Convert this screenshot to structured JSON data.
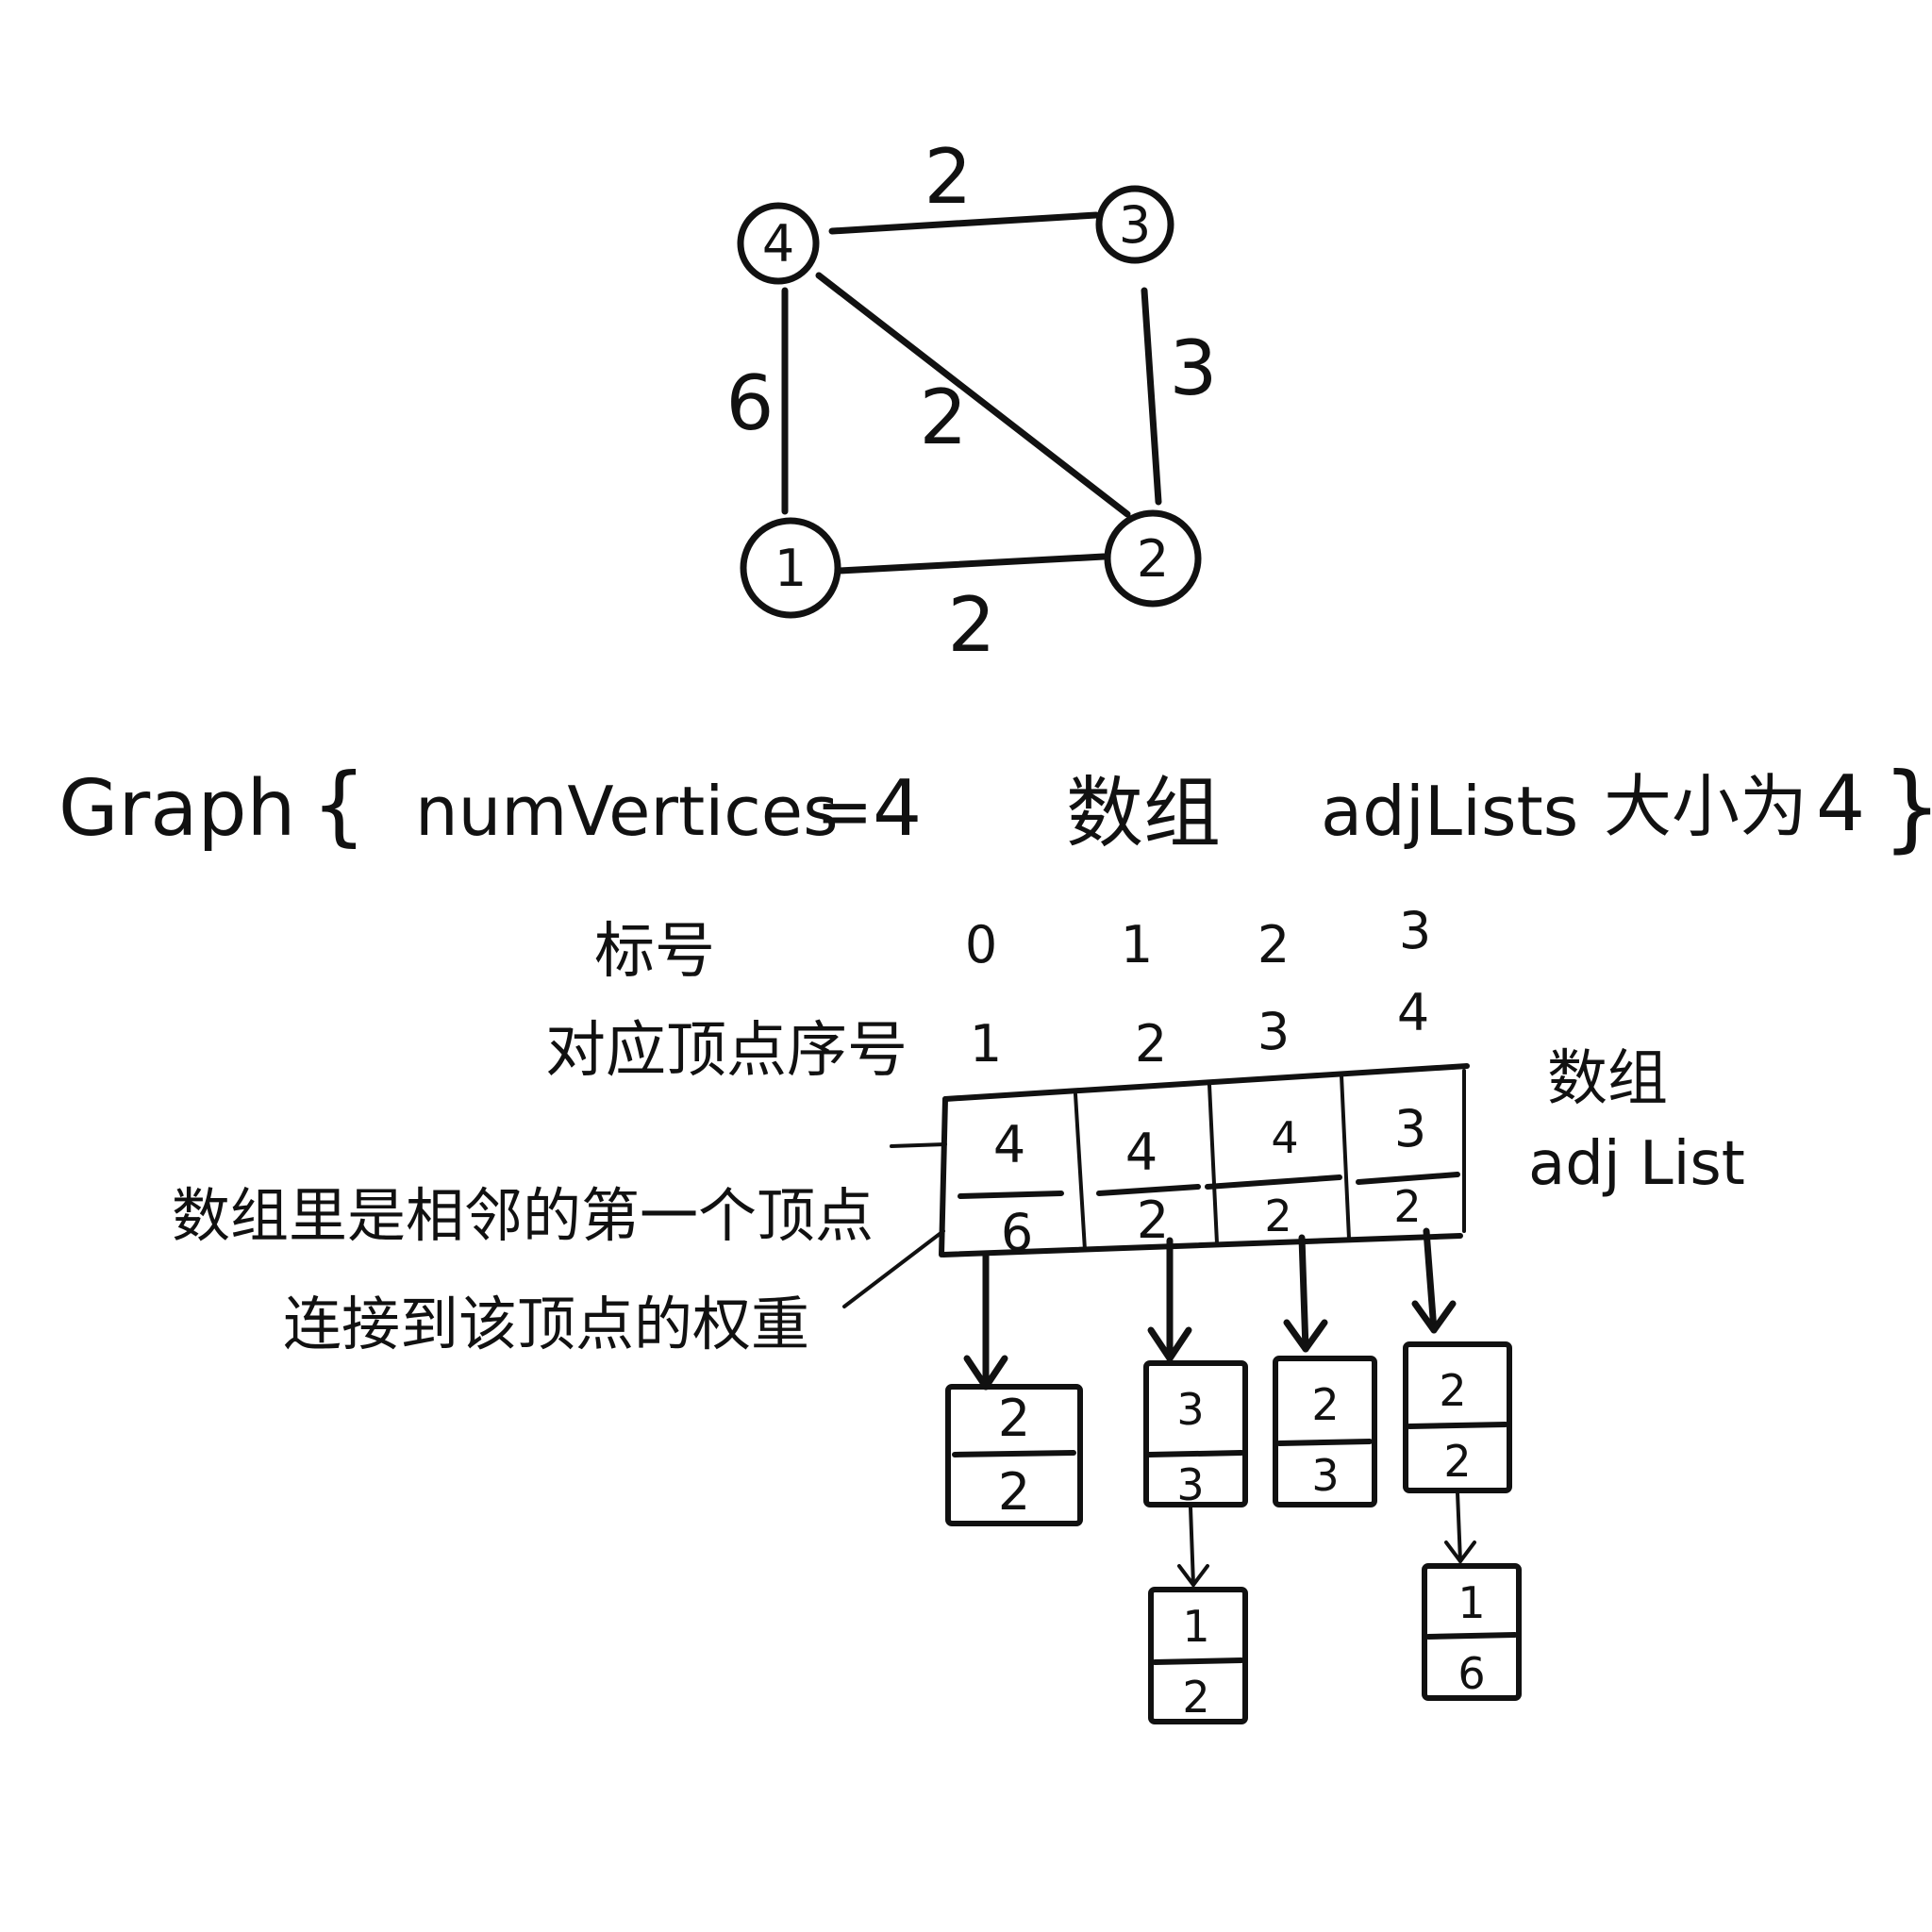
{
  "graph": {
    "nodes": [
      {
        "id": "1",
        "label": "1"
      },
      {
        "id": "2",
        "label": "2"
      },
      {
        "id": "3",
        "label": "3"
      },
      {
        "id": "4",
        "label": "4"
      }
    ],
    "edges": [
      {
        "from": "4",
        "to": "3",
        "weight": "2"
      },
      {
        "from": "4",
        "to": "1",
        "weight": "6"
      },
      {
        "from": "4",
        "to": "2",
        "weight": "2"
      },
      {
        "from": "3",
        "to": "2",
        "weight": "3"
      },
      {
        "from": "1",
        "to": "2",
        "weight": "2"
      }
    ]
  },
  "struct_line": {
    "graph_word": "Graph",
    "open_brace": "{",
    "num_vertices": "numVertices",
    "equals": "=",
    "num_value": "4",
    "array_cn": "数组",
    "adj_lists": "adjLists",
    "size_cn": "大小为",
    "size_value": "4",
    "close_brace": "}"
  },
  "table": {
    "index_label": "标号",
    "vertex_label": "对应顶点序号",
    "indices": [
      "0",
      "1",
      "2",
      "3"
    ],
    "vertex_numbers": [
      "1",
      "2",
      "3",
      "4"
    ],
    "cells": [
      {
        "vertex": "4",
        "weight": "6"
      },
      {
        "vertex": "4",
        "weight": "2"
      },
      {
        "vertex": "4",
        "weight": "2"
      },
      {
        "vertex": "3",
        "weight": "2"
      }
    ],
    "right_label_cn": "数组",
    "right_label_en": "adj List"
  },
  "annotations": {
    "first_vertex": "数组里是相邻的第一个顶点",
    "weight_note": "连接到该顶点的权重"
  },
  "chains": [
    [
      {
        "vertex": "2",
        "weight": "2"
      }
    ],
    [
      {
        "vertex": "3",
        "weight": "3"
      },
      {
        "vertex": "1",
        "weight": "2"
      }
    ],
    [
      {
        "vertex": "2",
        "weight": "3"
      }
    ],
    [
      {
        "vertex": "2",
        "weight": "2"
      },
      {
        "vertex": "1",
        "weight": "6"
      }
    ]
  ]
}
